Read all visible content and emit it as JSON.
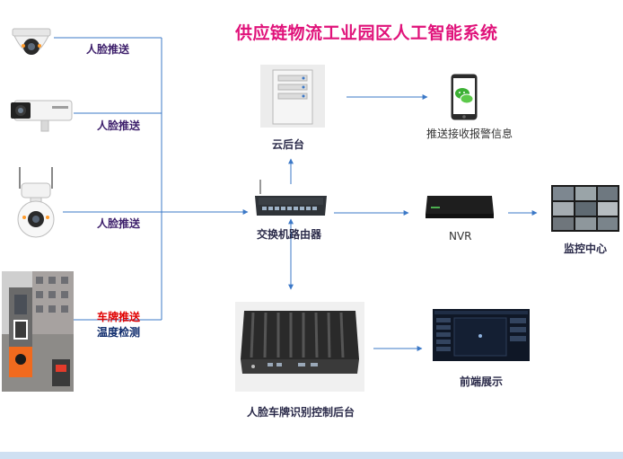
{
  "title": "供应链物流工业园区人工智能系统",
  "cameras": {
    "cam1_label": "人脸推送",
    "cam2_label": "人脸推送",
    "cam3_label": "人脸推送",
    "cam4_label_top": "车牌推送",
    "cam4_label_bottom": "温度检测"
  },
  "nodes": {
    "cloud": "云后台",
    "phone": "推送接收报警信息",
    "switch": "交换机路由器",
    "nvr": "NVR",
    "monitor": "监控中心",
    "control": "人脸车牌识别控制后台",
    "display": "前端展示"
  },
  "colors": {
    "title": "#e0127a",
    "line": "#3b78c7",
    "label": "#3d1f6b"
  }
}
